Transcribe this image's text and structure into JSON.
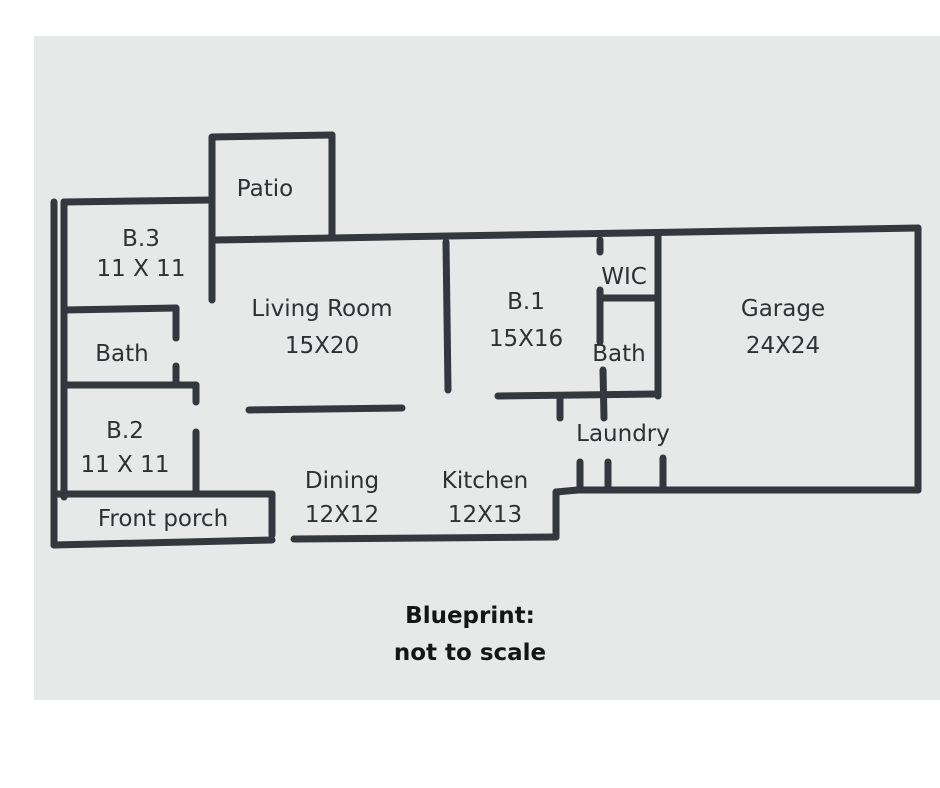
{
  "rooms": {
    "patio": {
      "name": "Patio",
      "size": ""
    },
    "b3": {
      "name": "B.3",
      "size": "11 X 11"
    },
    "living_room": {
      "name": "Living Room",
      "size": "15X20"
    },
    "b1": {
      "name": "B.1",
      "size": "15X16"
    },
    "wic": {
      "name": "WIC",
      "size": ""
    },
    "master_bath": {
      "name": "Bath",
      "size": ""
    },
    "garage": {
      "name": "Garage",
      "size": "24X24"
    },
    "hall_bath": {
      "name": "Bath",
      "size": ""
    },
    "laundry": {
      "name": "Laundry",
      "size": ""
    },
    "b2": {
      "name": "B.2",
      "size": "11 X 11"
    },
    "dining": {
      "name": "Dining",
      "size": "12X12"
    },
    "kitchen": {
      "name": "Kitchen",
      "size": "12X13"
    },
    "front_porch": {
      "name": "Front porch",
      "size": ""
    }
  },
  "caption": {
    "line1": "Blueprint:",
    "line2": "not to scale"
  },
  "colors": {
    "paper": "#e6e9e7",
    "wall": "#34373c",
    "text": "#2f3033",
    "caption": "#151515"
  }
}
